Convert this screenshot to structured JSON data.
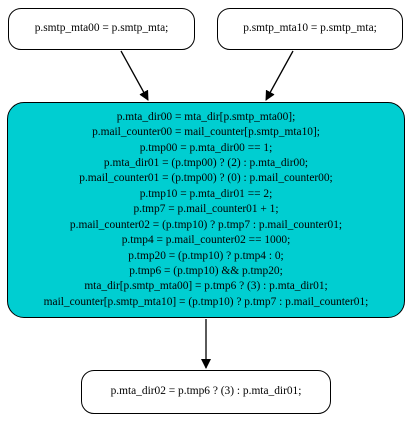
{
  "nodes": {
    "top_left": {
      "label": "p.smtp_mta00 = p.smtp_mta;"
    },
    "top_right": {
      "label": "p.smtp_mta10 = p.smtp_mta;"
    },
    "main": {
      "lines": [
        "p.mta_dir00 = mta_dir[p.smtp_mta00];",
        "p.mail_counter00 = mail_counter[p.smtp_mta10];",
        "p.tmp00 = p.mta_dir00 == 1;",
        "p.mta_dir01 = (p.tmp00) ? (2) : p.mta_dir00;",
        "p.mail_counter01 = (p.tmp00) ? (0) : p.mail_counter00;",
        "p.tmp10 = p.mta_dir01 == 2;",
        "p.tmp7 = p.mail_counter01 + 1;",
        "p.mail_counter02 = (p.tmp10) ? p.tmp7 : p.mail_counter01;",
        "p.tmp4 = p.mail_counter02 == 1000;",
        "p.tmp20 = (p.tmp10) ? p.tmp4 : 0;",
        "p.tmp6 = (p.tmp10) && p.tmp20;",
        "mta_dir[p.smtp_mta00] = p.tmp6 ? (3) : p.mta_dir01;",
        "mail_counter[p.smtp_mta10] = (p.tmp10) ? p.tmp7 : p.mail_counter01;"
      ]
    },
    "bottom": {
      "label": "p.mta_dir02 = p.tmp6 ? (3) : p.mta_dir01;"
    }
  },
  "colors": {
    "main_fill": "#00ced1",
    "node_fill": "#ffffff",
    "stroke": "#000000"
  }
}
